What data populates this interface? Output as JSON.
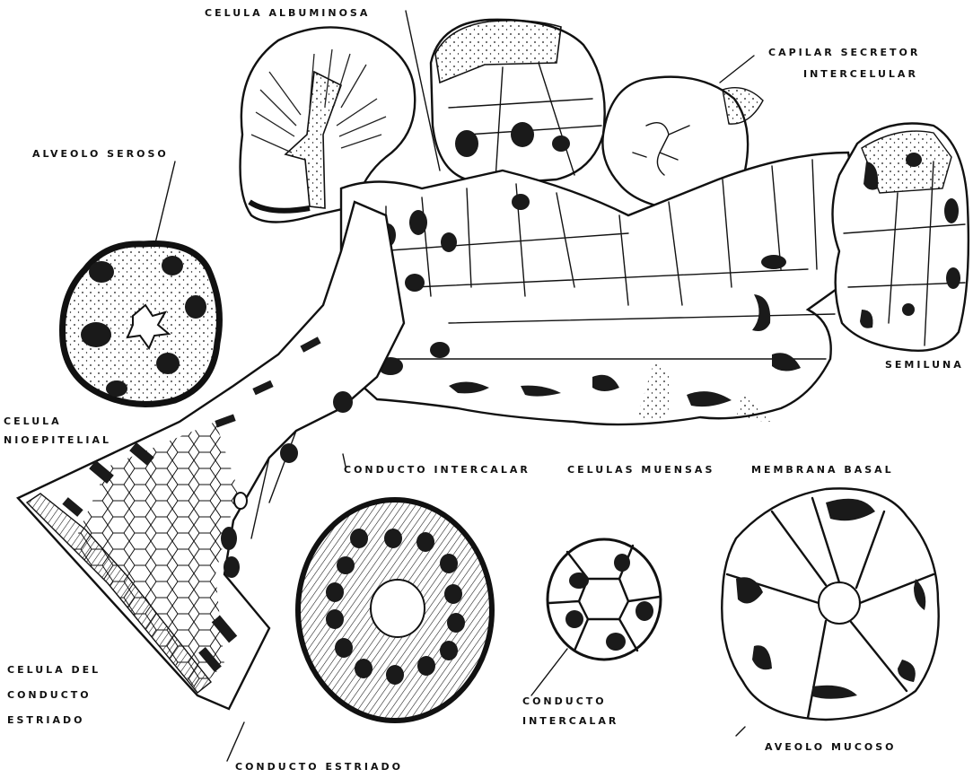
{
  "labels": {
    "celula_albuminosa": "CELULA ALBUMINOSA",
    "capilar_1": "CAPILAR SECRETOR",
    "capilar_2": "INTERCELULAR",
    "alveolo_seroso": "ALVEOLO SEROSO",
    "semiluna": "SEMILUNA",
    "mioepitelial_1": "CELULA",
    "mioepitelial_2": "NIOEPITELIAL",
    "conducto_intercalar_top": "CONDUCTO INTERCALAR",
    "celulas_mucosas": "CELULAS MUENSAS",
    "membrana_basal": "MEMBRANA BASAL",
    "conducto_estriado_cell_1": "CELULA DEL",
    "conducto_estriado_cell_2": "CONDUCTO",
    "conducto_estriado_cell_3": "ESTRIADO",
    "conducto_intercalar_1": "CONDUCTO",
    "conducto_intercalar_2": "INTERCALAR",
    "alveolo_mucoso": "AVEOLO MUCOSO",
    "conducto_estriado": "CONDUCTO ESTRIADO"
  }
}
